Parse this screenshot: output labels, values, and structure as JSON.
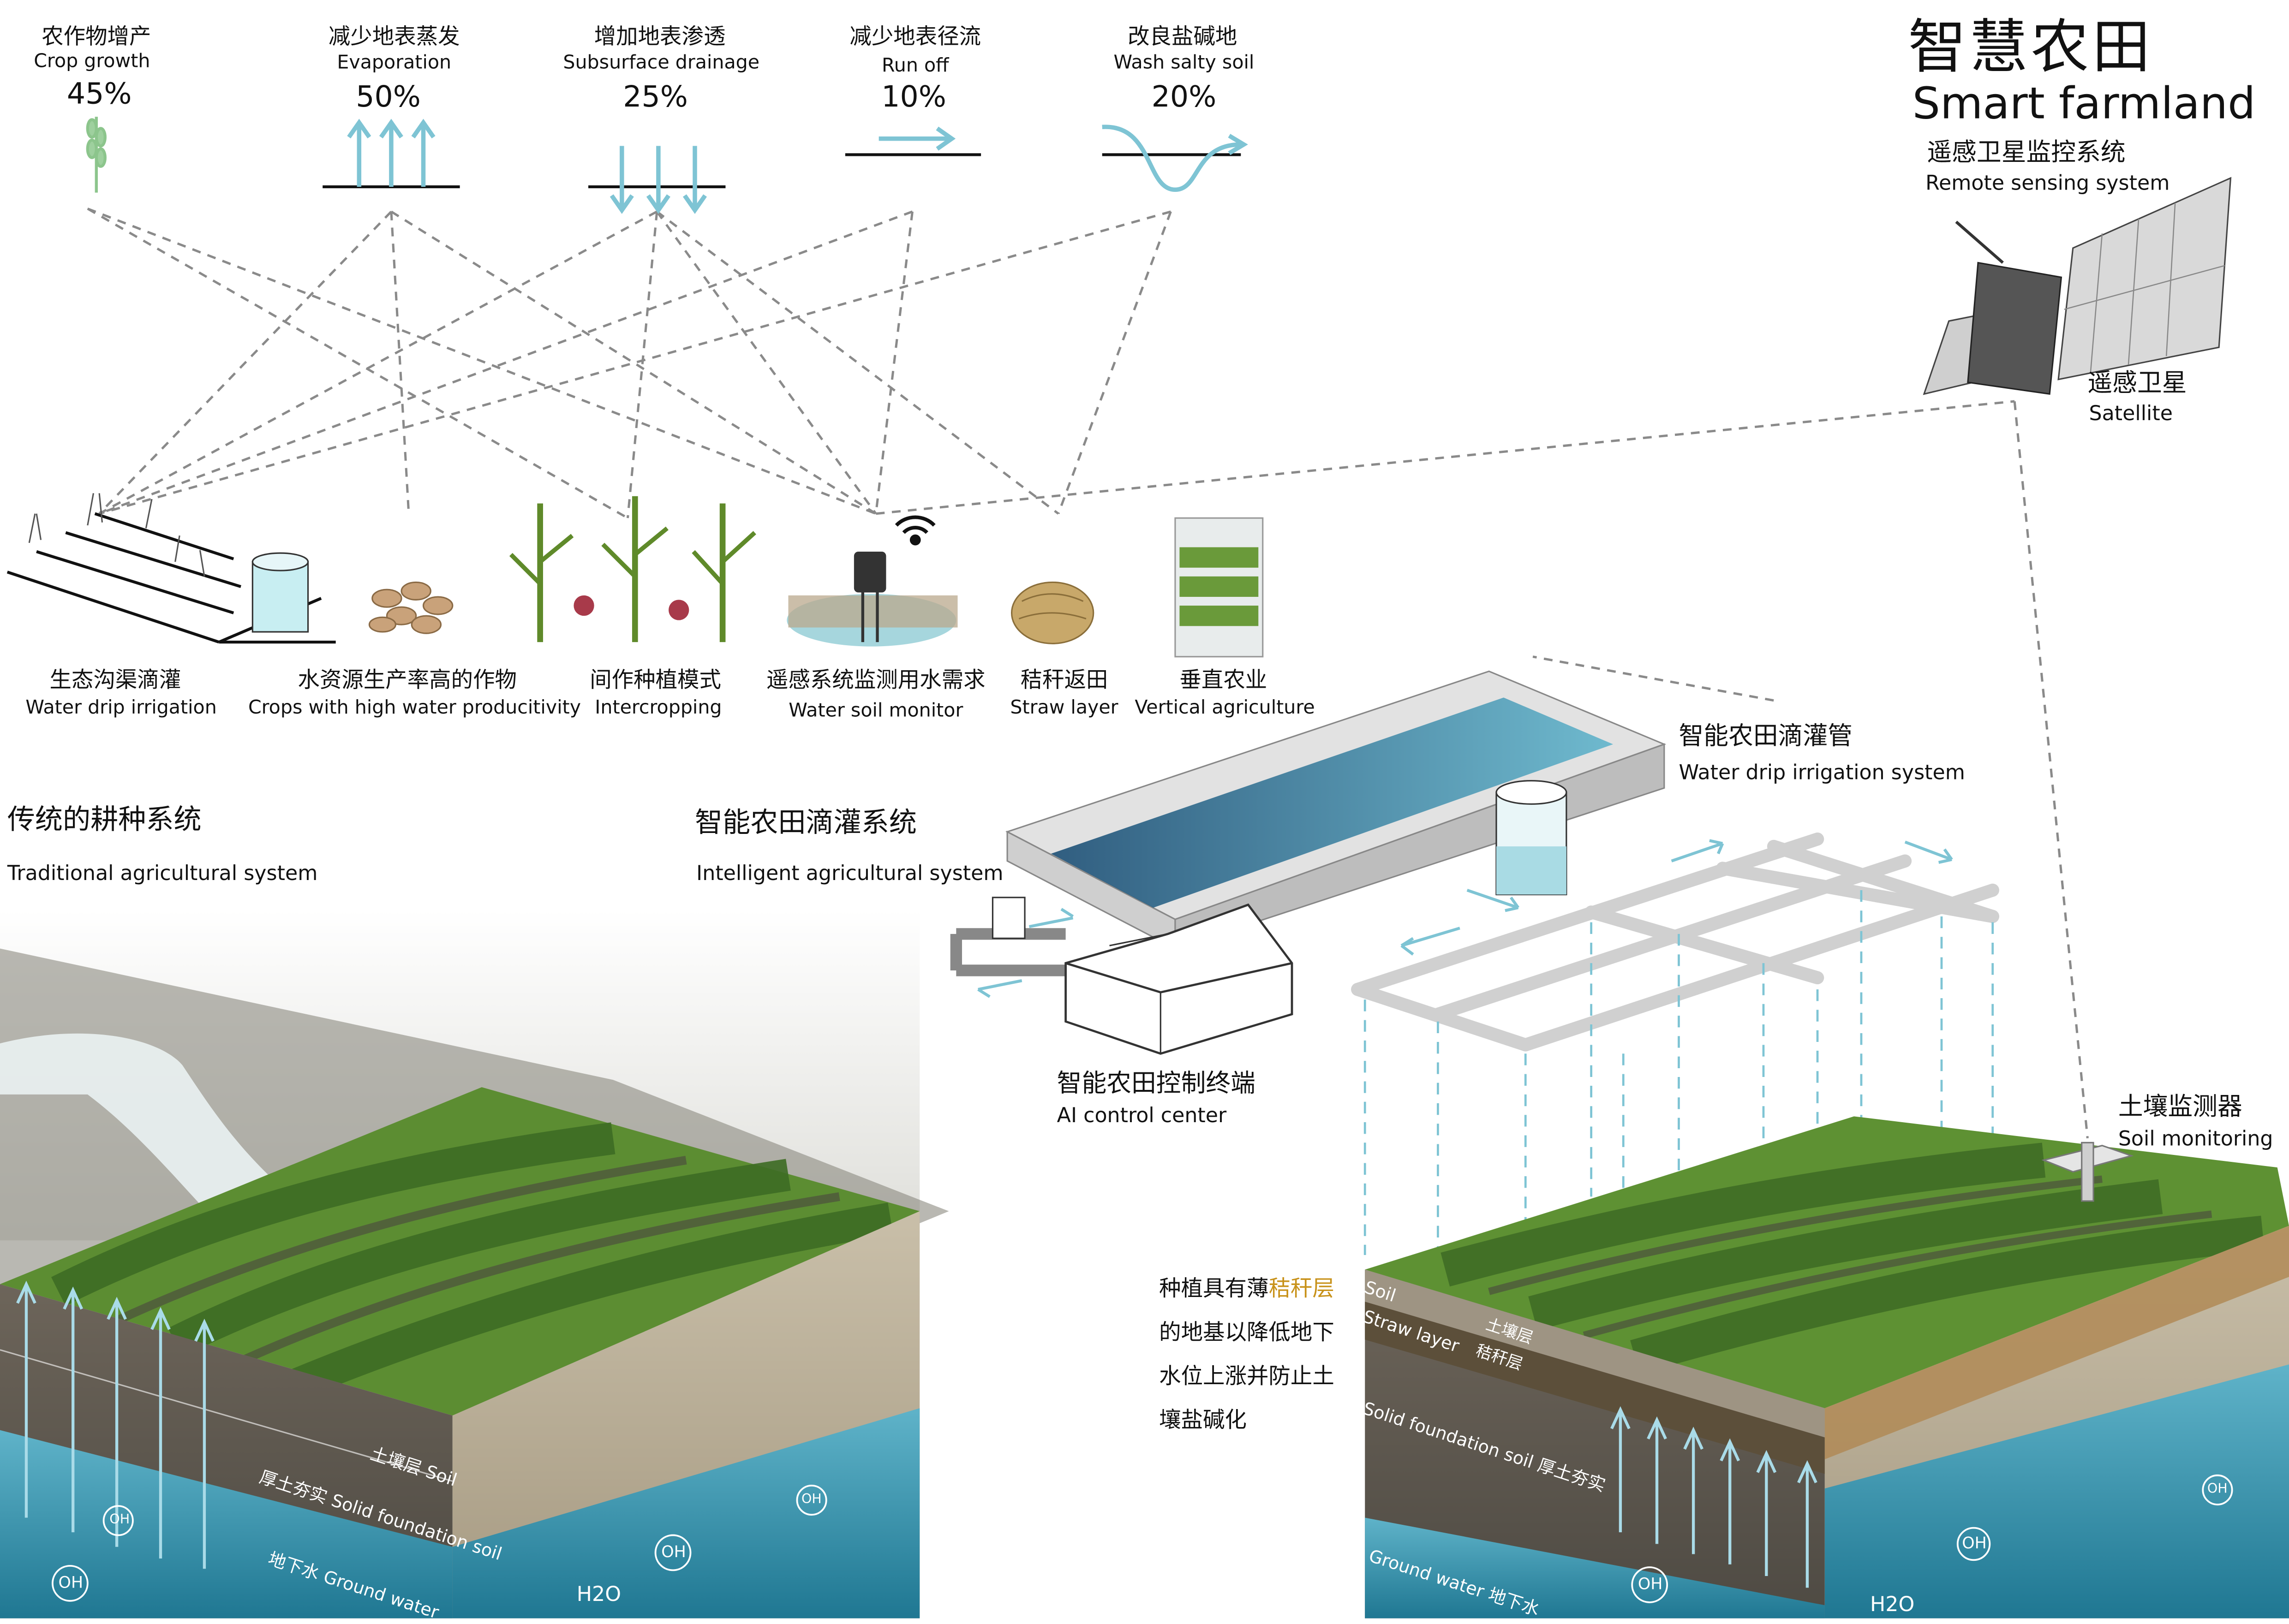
{
  "title": {
    "cn": "智慧农田",
    "en": "Smart farmland"
  },
  "benefits": [
    {
      "cn": "农作物增产",
      "en": "Crop growth",
      "value": "45%",
      "icon": "wheat-icon"
    },
    {
      "cn": "减少地表蒸发",
      "en": "Evaporation",
      "value": "50%",
      "icon": "evaporation-arrows-icon"
    },
    {
      "cn": "增加地表渗透",
      "en": "Subsurface drainage",
      "value": "25%",
      "icon": "drainage-arrows-icon"
    },
    {
      "cn": "减少地表径流",
      "en": "Run off",
      "value": "10%",
      "icon": "runoff-arrow-icon"
    },
    {
      "cn": "改良盐碱地",
      "en": "Wash salty soil",
      "value": "20%",
      "icon": "wash-soil-curve-icon"
    }
  ],
  "strategies": [
    {
      "cn": "生态沟渠滴灌",
      "en": "Water drip irrigation"
    },
    {
      "cn": "水资源生产率高的作物",
      "en": "Crops with high water producitivity"
    },
    {
      "cn": "间作种植模式",
      "en": "Intercropping"
    },
    {
      "cn": "遥感系统监测用水需求",
      "en": "Water soil  monitor"
    },
    {
      "cn": "秸秆返田",
      "en": "Straw layer"
    },
    {
      "cn": "垂直农业",
      "en": "Vertical agriculture"
    }
  ],
  "remote": {
    "cn": "遥感卫星监控系统",
    "en": "Remote sensing system"
  },
  "satellite": {
    "cn": "遥感卫星",
    "en": "Satellite"
  },
  "traditional": {
    "cn": "传统的耕种系统",
    "en": "Traditional agricultural system"
  },
  "intelligent": {
    "cn": "智能农田滴灌系统",
    "en": "Intelligent agricultural system"
  },
  "drip_pipe": {
    "cn": "智能农田滴灌管",
    "en": "Water drip irrigation system"
  },
  "control": {
    "cn": "智能农田控制终端",
    "en": "AI control center"
  },
  "soil_monitor": {
    "cn": "土壤监测器",
    "en": "Soil monitoring"
  },
  "note": {
    "line1_a": "种植具有薄",
    "line1_b": "秸秆层",
    "line2": "的地基以降低地下",
    "line3": "水位上涨并防止土",
    "line4": "壤盐碱化"
  },
  "left_block": {
    "soil": "土壤层 Soil",
    "foundation": "厚土夯实 Solid foundation soil",
    "ground": "地下水   Ground water",
    "oh": "OH",
    "h2o": "H2O"
  },
  "right_block": {
    "soil_en": "Soil",
    "soil_cn": "土壤层",
    "straw_en": "Straw layer",
    "straw_cn": "秸秆层",
    "foundation": "Solid foundation soil 厚土夯实",
    "ground": "Ground water 地下水",
    "oh": "OH",
    "h2o": "H2O"
  },
  "colors": {
    "water_blue": "#7ec4d4",
    "grass": "#5a8c2e",
    "soil": "#b3a68e",
    "groundwater": "#2f8da8",
    "straw": "#c8921a"
  }
}
